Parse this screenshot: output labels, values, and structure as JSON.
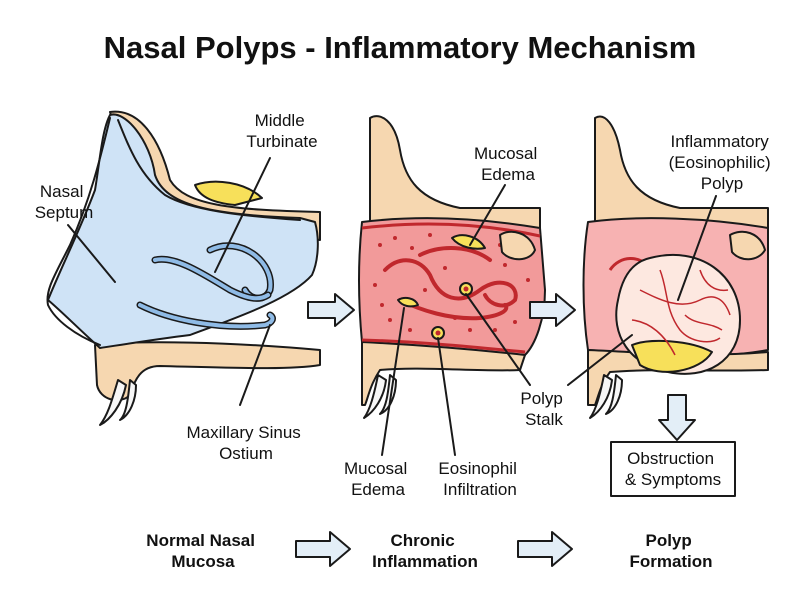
{
  "title": "Nasal Polyps - Inflammatory Mechanism",
  "panel1": {
    "nasal_septum": [
      "Nasal",
      "Septum"
    ],
    "middle_turbinate": [
      "Middle",
      "Turbinate"
    ],
    "maxillary_sinus_ostium": [
      "Maxillary Sinus",
      "Ostium"
    ]
  },
  "panel2": {
    "mucosal_edema_top": [
      "Mucosal",
      "Edema"
    ],
    "mucosal_edema_bottom": [
      "Mucosal",
      "Edema"
    ],
    "eosinophil_infiltration": [
      "Eosinophil",
      "Infiltration"
    ],
    "polyp_stalk": [
      "Polyp",
      "Stalk"
    ]
  },
  "panel3": {
    "inflammatory_polyp": [
      "Inflammatory",
      "(Eosinophilic)",
      "Polyp"
    ],
    "obstruction": [
      "Obstruction",
      "& Symptoms"
    ]
  },
  "stages": [
    [
      "Normal Nasal",
      "Mucosa"
    ],
    [
      "Chronic",
      "Inflammation"
    ],
    [
      "Polyp",
      "Formation"
    ]
  ],
  "colors": {
    "bone": "#f6d7b0",
    "mucosa_normal": "#cfe3f6",
    "inflamed": "#f29a9a",
    "vessel": "#c0282d",
    "pus": "#f7e05a",
    "arrow_fill": "#e3eef7"
  }
}
